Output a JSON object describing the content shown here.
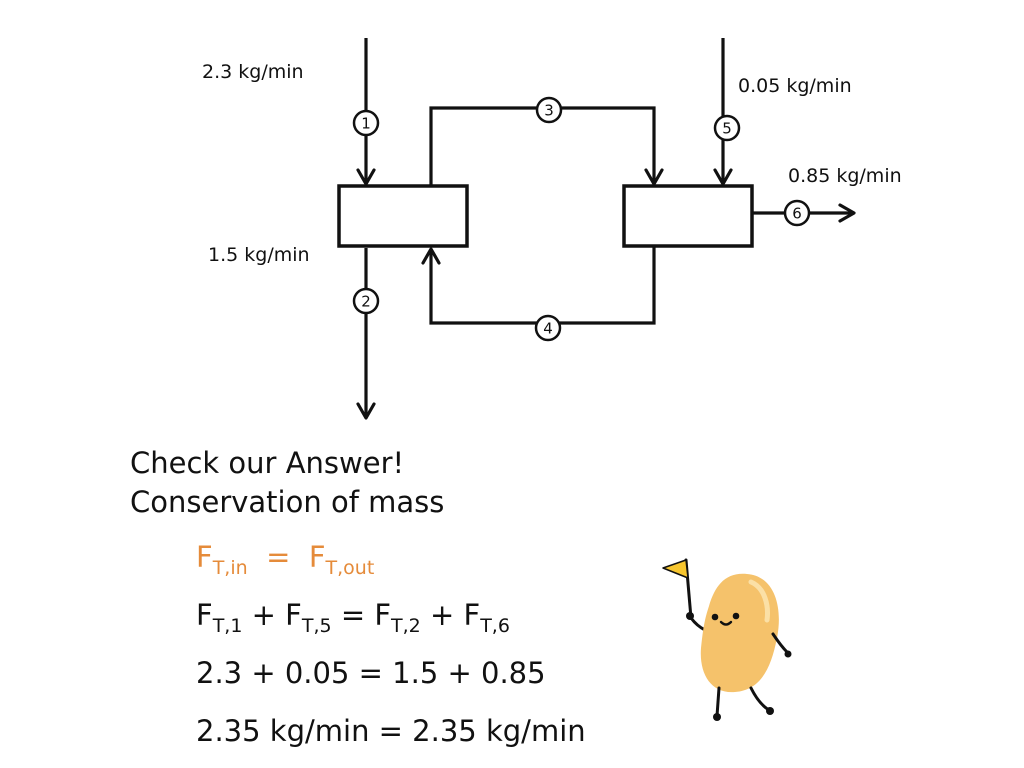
{
  "diagram": {
    "streams": [
      {
        "id": "1",
        "flow": "2.3 kg/min"
      },
      {
        "id": "2",
        "flow": "1.5 kg/min"
      },
      {
        "id": "3",
        "flow": ""
      },
      {
        "id": "4",
        "flow": ""
      },
      {
        "id": "5",
        "flow": "0.05 kg/min"
      },
      {
        "id": "6",
        "flow": "0.85 kg/min"
      }
    ]
  },
  "text": {
    "heading1": "Check our Answer!",
    "heading2": "Conservation of mass"
  },
  "equations": {
    "eq1": {
      "lhs_main": "F",
      "lhs_sub": "T,in",
      "op": "=",
      "rhs_main": "F",
      "rhs_sub": "T,out"
    },
    "eq2": {
      "t1": "F",
      "s1": "T,1",
      "p1": "+",
      "t2": "F",
      "s2": "T,5",
      "eq": "=",
      "t3": "F",
      "s3": "T,2",
      "p2": "+",
      "t4": "F",
      "s4": "T,6"
    },
    "eq3": "2.3 + 0.05 = 1.5 + 0.85",
    "eq4": "2.35 kg/min =  2.35 kg/min"
  },
  "colors": {
    "accent": "#e58b3a",
    "mascot_body": "#f5c26b",
    "flag": "#f7c62f"
  },
  "mascot": {
    "icon": "bean-mascot-with-flag-icon"
  }
}
